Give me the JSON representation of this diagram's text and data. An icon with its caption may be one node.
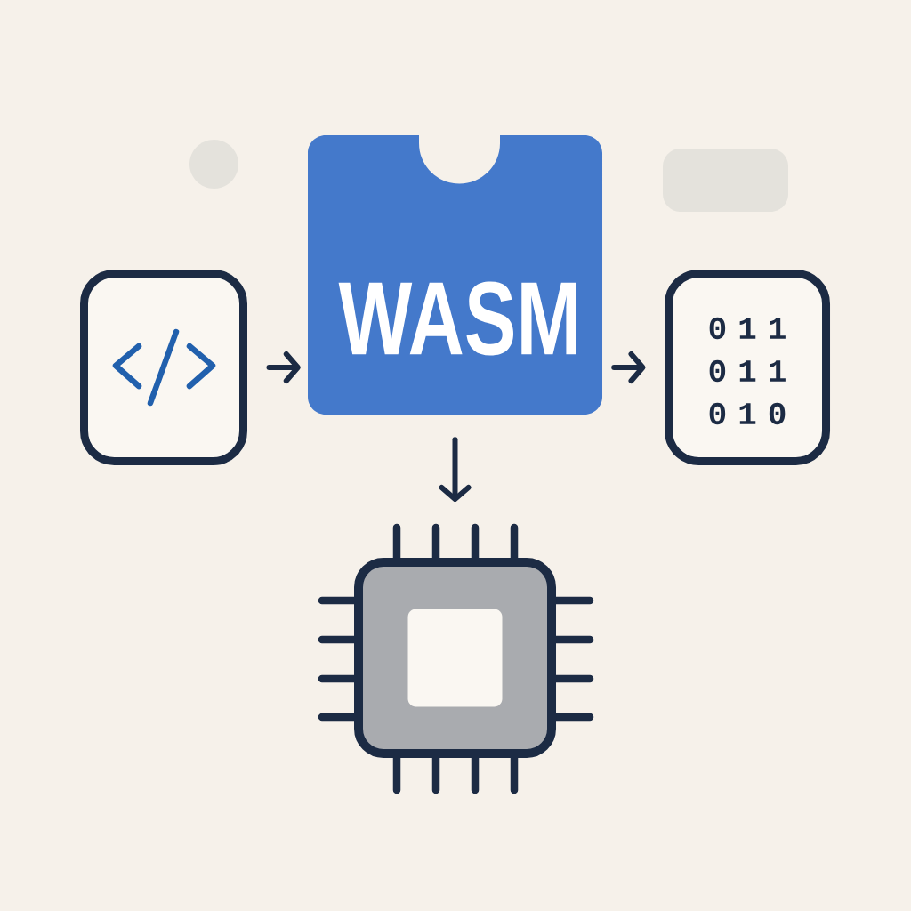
{
  "diagram": {
    "nodes": [
      {
        "text": [],
        "shape": "box"
      },
      {
        "text": [
          "WASM"
        ]
      },
      {
        "text": [
          "0 1 1 0 1 1 0 1 0"
        ]
      },
      {
        "text": [],
        "shape": "chip"
      }
    ],
    "edges": [
      {
        "from": 0,
        "to": 1,
        "arrow": "to"
      },
      {
        "from": 1,
        "to": 2,
        "arrow": "to"
      },
      {
        "from": 1,
        "to": 3,
        "arrow": "to"
      }
    ]
  }
}
